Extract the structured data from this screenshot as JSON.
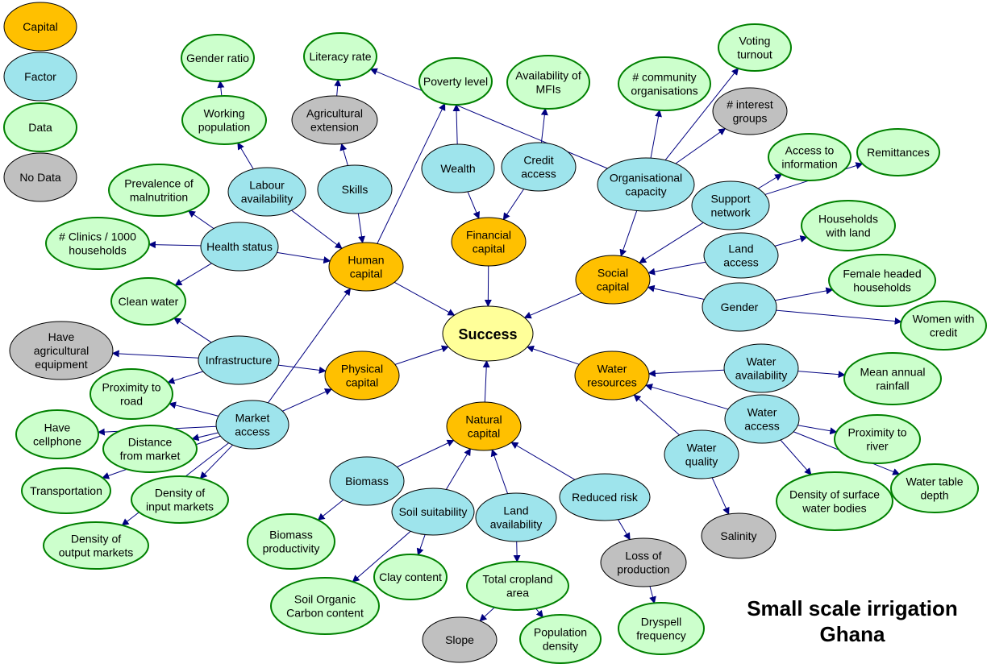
{
  "title": {
    "line1": "Small scale irrigation",
    "line2": "Ghana"
  },
  "colors": {
    "capital": "#FFC000",
    "factor": "#9EE4EC",
    "data": "#CCFFCC",
    "nodata": "#C0C0C0",
    "success": "#FFFF99",
    "data_border": "#008000",
    "edge": "#000080"
  },
  "legend": [
    {
      "id": "legend-capital",
      "type": "capital",
      "label": "Capital"
    },
    {
      "id": "legend-factor",
      "type": "factor",
      "label": "Factor"
    },
    {
      "id": "legend-data",
      "type": "data",
      "label": "Data"
    },
    {
      "id": "legend-nodata",
      "type": "nodata",
      "label": "No Data"
    }
  ],
  "nodes": [
    {
      "id": "success",
      "type": "success",
      "lines": [
        "Success"
      ]
    },
    {
      "id": "human",
      "type": "capital",
      "lines": [
        "Human",
        "capital"
      ]
    },
    {
      "id": "financial",
      "type": "capital",
      "lines": [
        "Financial",
        "capital"
      ]
    },
    {
      "id": "social",
      "type": "capital",
      "lines": [
        "Social",
        "capital"
      ]
    },
    {
      "id": "physical",
      "type": "capital",
      "lines": [
        "Physical",
        "capital"
      ]
    },
    {
      "id": "water",
      "type": "capital",
      "lines": [
        "Water",
        "resources"
      ]
    },
    {
      "id": "natural",
      "type": "capital",
      "lines": [
        "Natural",
        "capital"
      ]
    },
    {
      "id": "gender_ratio",
      "type": "data",
      "lines": [
        "Gender ratio"
      ]
    },
    {
      "id": "literacy",
      "type": "data",
      "lines": [
        "Literacy rate"
      ]
    },
    {
      "id": "poverty",
      "type": "data",
      "lines": [
        "Poverty level"
      ]
    },
    {
      "id": "mfi",
      "type": "data",
      "lines": [
        "Availability of",
        "MFIs"
      ]
    },
    {
      "id": "community",
      "type": "data",
      "lines": [
        "# community",
        "organisations"
      ]
    },
    {
      "id": "voting",
      "type": "data",
      "lines": [
        "Voting",
        "turnout"
      ]
    },
    {
      "id": "interest",
      "type": "nodata",
      "lines": [
        "# interest",
        "groups"
      ]
    },
    {
      "id": "working",
      "type": "data",
      "lines": [
        "Working",
        "population"
      ]
    },
    {
      "id": "agext",
      "type": "nodata",
      "lines": [
        "Agricultural",
        "extension"
      ]
    },
    {
      "id": "labour",
      "type": "factor",
      "lines": [
        "Labour",
        "availability"
      ]
    },
    {
      "id": "skills",
      "type": "factor",
      "lines": [
        "Skills"
      ]
    },
    {
      "id": "wealth",
      "type": "factor",
      "lines": [
        "Wealth"
      ]
    },
    {
      "id": "credit",
      "type": "factor",
      "lines": [
        "Credit",
        "access"
      ]
    },
    {
      "id": "orgcap",
      "type": "factor",
      "lines": [
        "Organisational",
        "capacity"
      ]
    },
    {
      "id": "access_info",
      "type": "data",
      "lines": [
        "Access to",
        "information"
      ]
    },
    {
      "id": "remittances",
      "type": "data",
      "lines": [
        "Remittances"
      ]
    },
    {
      "id": "support",
      "type": "factor",
      "lines": [
        "Support",
        "network"
      ]
    },
    {
      "id": "households_land",
      "type": "data",
      "lines": [
        "Households",
        "with land"
      ]
    },
    {
      "id": "land_access",
      "type": "factor",
      "lines": [
        "Land",
        "access"
      ]
    },
    {
      "id": "female_headed",
      "type": "data",
      "lines": [
        "Female headed",
        "households"
      ]
    },
    {
      "id": "gender",
      "type": "factor",
      "lines": [
        "Gender"
      ]
    },
    {
      "id": "women_credit",
      "type": "data",
      "lines": [
        "Women with",
        "credit"
      ]
    },
    {
      "id": "malnutrition",
      "type": "data",
      "lines": [
        "Prevalence of",
        "malnutrition"
      ]
    },
    {
      "id": "clinics",
      "type": "data",
      "lines": [
        "# Clinics / 1000",
        "households"
      ]
    },
    {
      "id": "health",
      "type": "factor",
      "lines": [
        "Health status"
      ]
    },
    {
      "id": "clean_water",
      "type": "data",
      "lines": [
        "Clean water"
      ]
    },
    {
      "id": "have_equip",
      "type": "nodata",
      "lines": [
        "Have",
        "agricultural",
        "equipment"
      ]
    },
    {
      "id": "infrastructure",
      "type": "factor",
      "lines": [
        "Infrastructure"
      ]
    },
    {
      "id": "prox_road",
      "type": "data",
      "lines": [
        "Proximity to",
        "road"
      ]
    },
    {
      "id": "cellphone",
      "type": "data",
      "lines": [
        "Have",
        "cellphone"
      ]
    },
    {
      "id": "market",
      "type": "factor",
      "lines": [
        "Market",
        "access"
      ]
    },
    {
      "id": "dist_market",
      "type": "data",
      "lines": [
        "Distance",
        "from market"
      ]
    },
    {
      "id": "transport",
      "type": "data",
      "lines": [
        "Transportation"
      ]
    },
    {
      "id": "input_markets",
      "type": "data",
      "lines": [
        "Density of",
        "input markets"
      ]
    },
    {
      "id": "output_markets",
      "type": "data",
      "lines": [
        "Density of",
        "output markets"
      ]
    },
    {
      "id": "water_avail",
      "type": "factor",
      "lines": [
        "Water",
        "availability"
      ]
    },
    {
      "id": "rainfall",
      "type": "data",
      "lines": [
        "Mean annual",
        "rainfall"
      ]
    },
    {
      "id": "water_access",
      "type": "factor",
      "lines": [
        "Water",
        "access"
      ]
    },
    {
      "id": "prox_river",
      "type": "data",
      "lines": [
        "Proximity to",
        "river"
      ]
    },
    {
      "id": "water_quality",
      "type": "factor",
      "lines": [
        "Water",
        "quality"
      ]
    },
    {
      "id": "water_table",
      "type": "data",
      "lines": [
        "Water table",
        "depth"
      ]
    },
    {
      "id": "surface_water",
      "type": "data",
      "lines": [
        "Density of surface",
        "water bodies"
      ]
    },
    {
      "id": "salinity",
      "type": "nodata",
      "lines": [
        "Salinity"
      ]
    },
    {
      "id": "biomass",
      "type": "factor",
      "lines": [
        "Biomass"
      ]
    },
    {
      "id": "soil_suit",
      "type": "factor",
      "lines": [
        "Soil suitability"
      ]
    },
    {
      "id": "land_avail",
      "type": "factor",
      "lines": [
        "Land",
        "availability"
      ]
    },
    {
      "id": "reduced_risk",
      "type": "factor",
      "lines": [
        "Reduced risk"
      ]
    },
    {
      "id": "biomass_prod",
      "type": "data",
      "lines": [
        "Biomass",
        "productivity"
      ]
    },
    {
      "id": "clay",
      "type": "data",
      "lines": [
        "Clay content"
      ]
    },
    {
      "id": "soc",
      "type": "data",
      "lines": [
        "Soil Organic",
        "Carbon content"
      ]
    },
    {
      "id": "cropland",
      "type": "data",
      "lines": [
        "Total cropland",
        "area"
      ]
    },
    {
      "id": "loss_prod",
      "type": "nodata",
      "lines": [
        "Loss of",
        "production"
      ]
    },
    {
      "id": "slope",
      "type": "nodata",
      "lines": [
        "Slope"
      ]
    },
    {
      "id": "pop_density",
      "type": "data",
      "lines": [
        "Population",
        "density"
      ]
    },
    {
      "id": "dryspell",
      "type": "data",
      "lines": [
        "Dryspell",
        "frequency"
      ]
    }
  ],
  "edges": [
    [
      "human",
      "success"
    ],
    [
      "financial",
      "success"
    ],
    [
      "social",
      "success"
    ],
    [
      "physical",
      "success"
    ],
    [
      "water",
      "success"
    ],
    [
      "natural",
      "success"
    ],
    [
      "labour",
      "human"
    ],
    [
      "skills",
      "human"
    ],
    [
      "health",
      "human"
    ],
    [
      "human",
      "poverty"
    ],
    [
      "wealth",
      "financial"
    ],
    [
      "credit",
      "financial"
    ],
    [
      "wealth",
      "poverty"
    ],
    [
      "credit",
      "mfi"
    ],
    [
      "orgcap",
      "social"
    ],
    [
      "support",
      "social"
    ],
    [
      "land_access",
      "social"
    ],
    [
      "gender",
      "social"
    ],
    [
      "orgcap",
      "community"
    ],
    [
      "orgcap",
      "voting"
    ],
    [
      "orgcap",
      "interest"
    ],
    [
      "orgcap",
      "literacy"
    ],
    [
      "labour",
      "working"
    ],
    [
      "working",
      "gender_ratio"
    ],
    [
      "skills",
      "agext"
    ],
    [
      "agext",
      "literacy"
    ],
    [
      "support",
      "access_info"
    ],
    [
      "support",
      "remittances"
    ],
    [
      "land_access",
      "households_land"
    ],
    [
      "gender",
      "female_headed"
    ],
    [
      "gender",
      "women_credit"
    ],
    [
      "health",
      "malnutrition"
    ],
    [
      "health",
      "clinics"
    ],
    [
      "health",
      "clean_water"
    ],
    [
      "infrastructure",
      "clean_water"
    ],
    [
      "infrastructure",
      "have_equip"
    ],
    [
      "infrastructure",
      "physical"
    ],
    [
      "infrastructure",
      "prox_road"
    ],
    [
      "market",
      "physical"
    ],
    [
      "market",
      "prox_road"
    ],
    [
      "market",
      "cellphone"
    ],
    [
      "market",
      "dist_market"
    ],
    [
      "market",
      "transport"
    ],
    [
      "market",
      "input_markets"
    ],
    [
      "market",
      "output_markets"
    ],
    [
      "market",
      "human"
    ],
    [
      "water_avail",
      "water"
    ],
    [
      "water_avail",
      "rainfall"
    ],
    [
      "water_access",
      "water"
    ],
    [
      "water_access",
      "prox_river"
    ],
    [
      "water_access",
      "water_table"
    ],
    [
      "water_access",
      "surface_water"
    ],
    [
      "water_quality",
      "water"
    ],
    [
      "water_quality",
      "salinity"
    ],
    [
      "biomass",
      "natural"
    ],
    [
      "biomass",
      "biomass_prod"
    ],
    [
      "soil_suit",
      "natural"
    ],
    [
      "soil_suit",
      "clay"
    ],
    [
      "soil_suit",
      "soc"
    ],
    [
      "land_avail",
      "natural"
    ],
    [
      "land_avail",
      "cropland"
    ],
    [
      "cropland",
      "slope"
    ],
    [
      "cropland",
      "pop_density"
    ],
    [
      "reduced_risk",
      "natural"
    ],
    [
      "reduced_risk",
      "loss_prod"
    ],
    [
      "loss_prod",
      "dryspell"
    ]
  ]
}
